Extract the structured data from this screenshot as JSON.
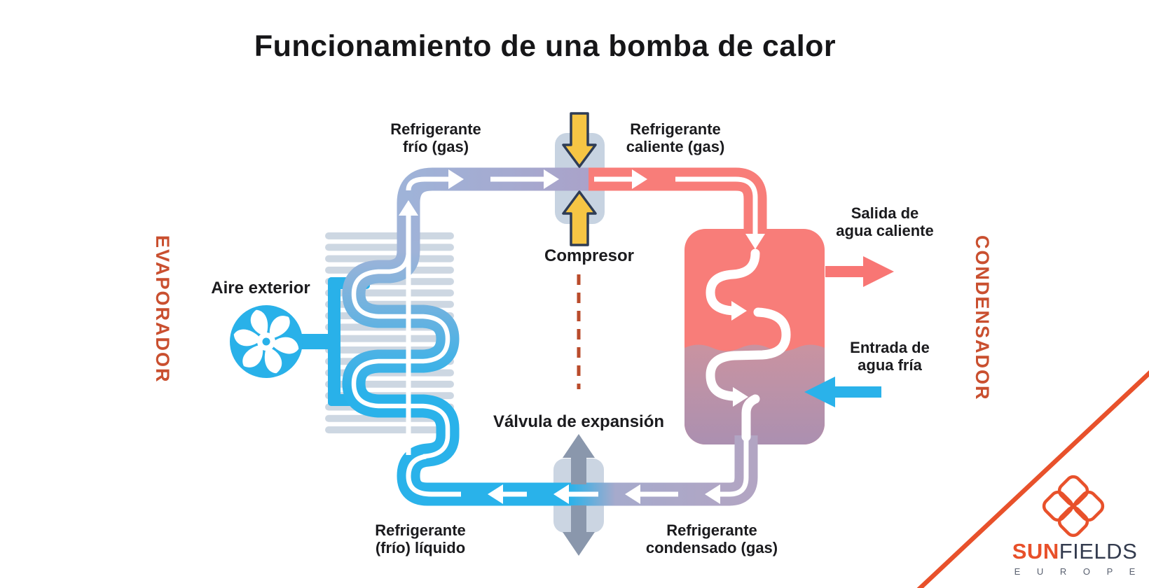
{
  "title": "Funcionamiento de una bomba de calor",
  "sections": {
    "evaporador": "EVAPORADOR",
    "condensador": "CONDENSADOR"
  },
  "components": {
    "compresor": "Compresor",
    "valvula_expansion": "Válvula de expansión",
    "aire_exterior": "Aire exterior"
  },
  "flows": {
    "refrigerante_frio": "Refrigerante\nfrío (gas)",
    "refrigerante_caliente": "Refrigerante\ncaliente (gas)",
    "refrigerante_liquido": "Refrigerante\n(frío) líquido",
    "refrigerante_condensado": "Refrigerante\ncondensado (gas)",
    "salida_agua": "Salida de\nagua caliente",
    "entrada_agua": "Entrada de\nagua fría"
  },
  "logo": {
    "sun": "SUN",
    "fields": "FIELDS",
    "europe": "E U R O P E"
  },
  "colors": {
    "accent_orange": "#e8512b",
    "section_label_rust": "#c94f2f",
    "cold_blue": "#29b1e9",
    "hot_red": "#f87d79",
    "pipe_lavender": "#aaa2c9",
    "pipe_mauve": "#b2a5c3",
    "compressor_yellow": "#f6c544",
    "arrow_outline_navy": "#2e3c55",
    "valve_gray": "#8a97ac",
    "body_gray": "#c9d4e2",
    "fin_gray": "#cdd7e2",
    "water_mauve_top": "#ca93a0",
    "water_mauve_bottom": "#aa90b1",
    "text_dark": "#1b1b1e"
  }
}
